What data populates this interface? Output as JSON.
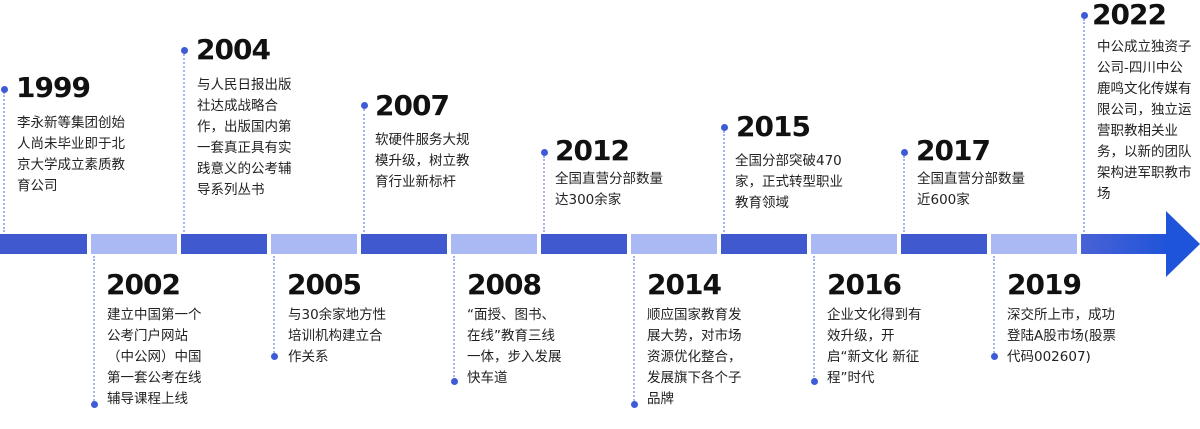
{
  "colors": {
    "dark": "#4159cf",
    "light": "#aab8f4",
    "final": "#1e54d9",
    "dot": "#3d5bd6"
  },
  "events": [
    {
      "year": "1999",
      "text": "李永新等集团创始人尚未毕业即于北京大学成立素质教育公司"
    },
    {
      "year": "2002",
      "text": "建立中国第一个公考门户网站（中公网）中国第一套公考在线辅导课程上线"
    },
    {
      "year": "2004",
      "text": "与人民日报出版社达成战略合作，出版国内第一套真正具有实践意义的公考辅导系列丛书"
    },
    {
      "year": "2005",
      "text": "与30余家地方性培训机构建立合作关系"
    },
    {
      "year": "2007",
      "text": "软硬件服务大规模升级，树立教育行业新标杆"
    },
    {
      "year": "2008",
      "text": "“面授、图书、在线”教育三线一体，步入发展快车道"
    },
    {
      "year": "2012",
      "text": "全国直营分部数量达300余家"
    },
    {
      "year": "2014",
      "text": "顺应国家教育发展大势，对市场资源优化整合，发展旗下各个子品牌"
    },
    {
      "year": "2015",
      "text": "全国分部突破470家，正式转型职业教育领域"
    },
    {
      "year": "2016",
      "text": "企业文化得到有效升级，开启“新文化 新征程”时代"
    },
    {
      "year": "2017",
      "text": "全国直营分部数量近600家"
    },
    {
      "year": "2019",
      "text": "深交所上市，成功登陆A股市场(股票代码002607)"
    },
    {
      "year": "2022",
      "text": "中公成立独资子公司-四川中公鹿鸣文化传媒有限公司，独立运营职教相关业务，以新的团队架构进军职教市场"
    }
  ]
}
